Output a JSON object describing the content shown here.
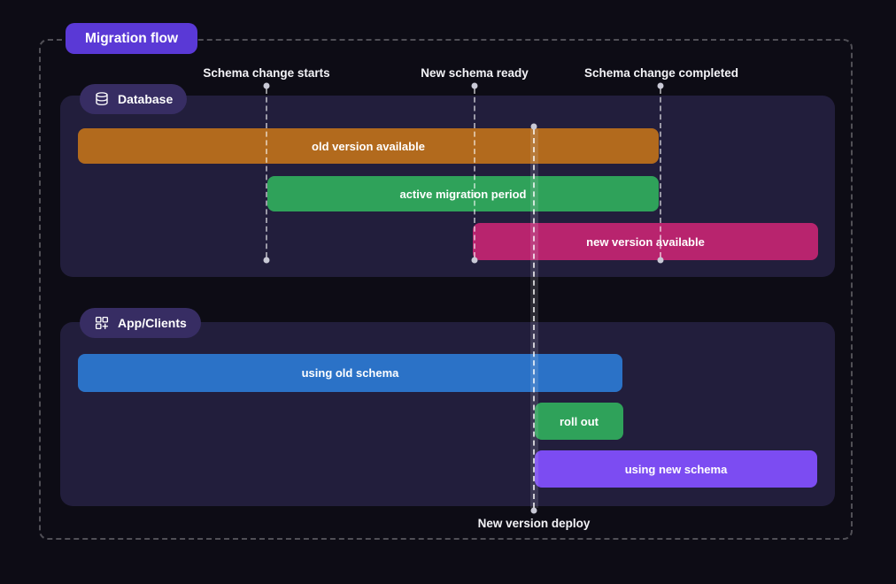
{
  "title": "Migration flow",
  "milestones": [
    {
      "label": "Schema change starts"
    },
    {
      "label": "New schema ready"
    },
    {
      "label": "Schema change completed"
    }
  ],
  "deploy_marker": {
    "label": "New version deploy"
  },
  "lanes": [
    {
      "label": "Database",
      "icon": "database-icon",
      "bars": [
        {
          "label": "old version available",
          "color": "#b26a1d"
        },
        {
          "label": "active migration period",
          "color": "#2fa25a"
        },
        {
          "label": "new version available",
          "color": "#b8246e"
        }
      ]
    },
    {
      "label": "App/Clients",
      "icon": "apps-plus-icon",
      "bars": [
        {
          "label": "using old schema",
          "color": "#2b72c7"
        },
        {
          "label": "roll out",
          "color": "#2fa25a"
        },
        {
          "label": "using new schema",
          "color": "#7c4cf2"
        }
      ]
    }
  ],
  "colors": {
    "background": "#0d0c15",
    "panel": "#221e3c",
    "badge_pill": "#372d63",
    "title_badge": "#5a39d6",
    "frame_dash": "#46465a",
    "orange_bar": "#b26a1d",
    "green_bar": "#2fa25a",
    "magenta_bar": "#b8246e",
    "blue_bar": "#2b72c7",
    "purple_bar": "#7c4cf2"
  }
}
